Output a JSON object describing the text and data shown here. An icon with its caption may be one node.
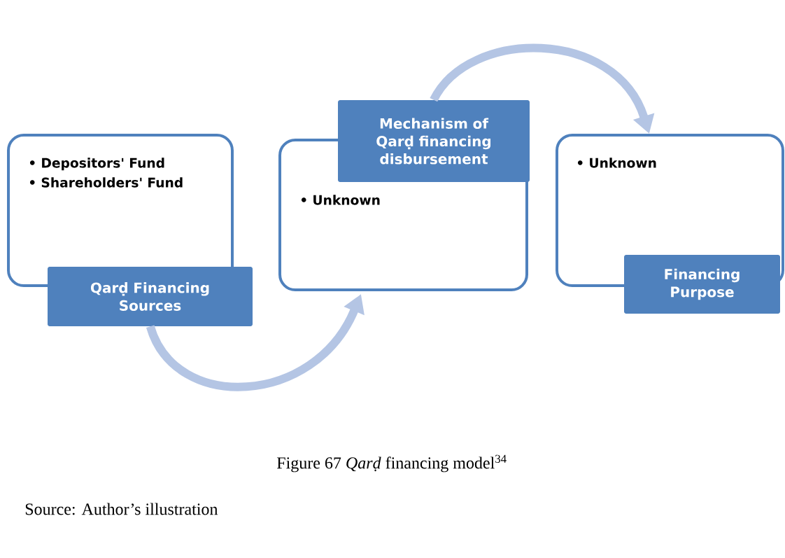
{
  "diagram": {
    "caption": "Figure 67 *Qarḍ* financing model$^{34}$",
    "nodes": [
      {
        "text": [
          "• Depositors' Fund",
          "• Shareholders' Fund"
        ]
      },
      {
        "text": [
          "Qarḍ Financing Sources"
        ]
      },
      {
        "text": [
          "• Unknown"
        ]
      },
      {
        "text": [
          "Mechanism of Qarḍ financing disbursement"
        ]
      },
      {
        "text": [
          "• Unknown"
        ]
      },
      {
        "text": [
          "Financing Purpose"
        ]
      }
    ],
    "edges": [
      {
        "from": 1,
        "to": 2,
        "arrow": "to"
      },
      {
        "from": 3,
        "to": 4,
        "arrow": "to"
      }
    ],
    "labels": [
      "Source: Author’s illustration"
    ]
  }
}
